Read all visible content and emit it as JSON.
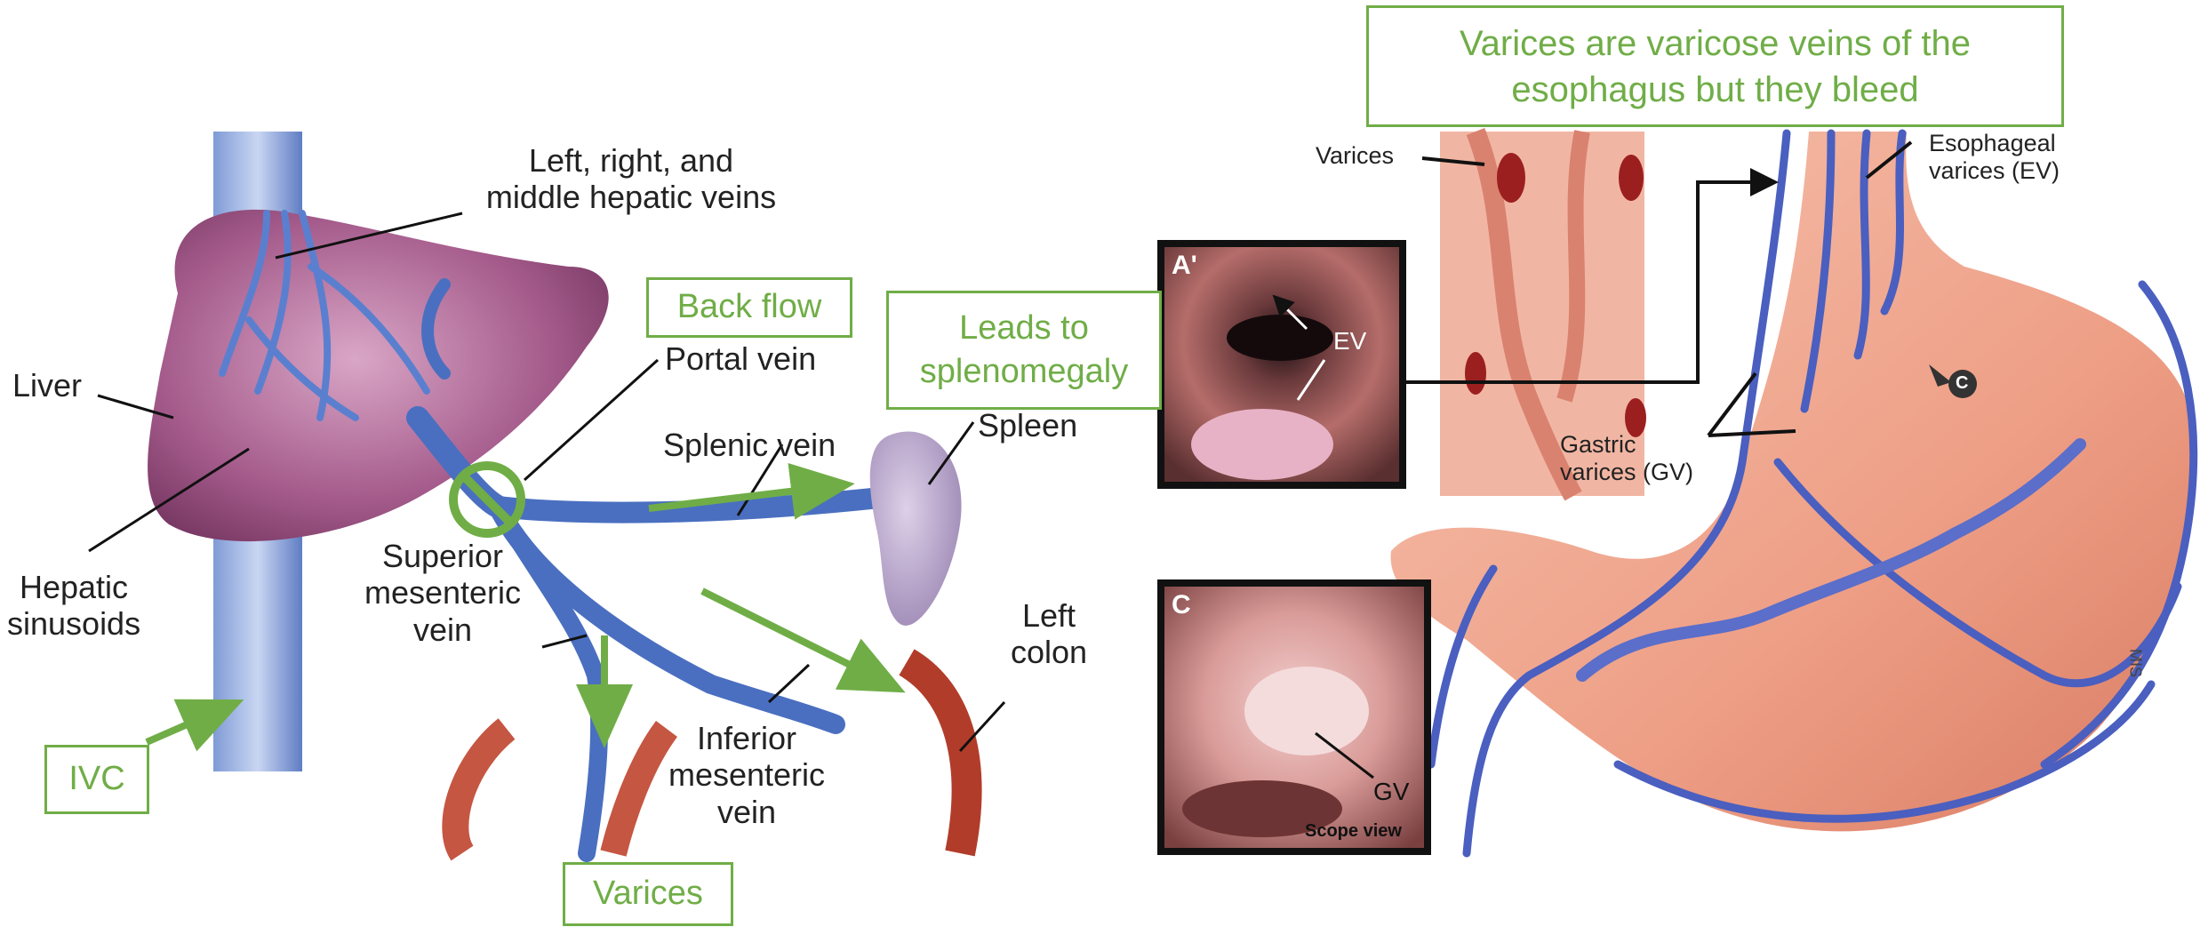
{
  "left_diagram": {
    "labels": {
      "hepatic_veins_line1": "Left, right, and",
      "hepatic_veins_line2": "middle hepatic veins",
      "liver": "Liver",
      "hepatic_sinusoids_line1": "Hepatic",
      "hepatic_sinusoids_line2": "sinusoids",
      "portal_vein": "Portal vein",
      "splenic_vein": "Splenic vein",
      "spleen": "Spleen",
      "superior_mesenteric_line1": "Superior",
      "superior_mesenteric_line2": "mesenteric",
      "superior_mesenteric_line3": "vein",
      "left_colon_line1": "Left",
      "left_colon_line2": "colon",
      "inferior_mesenteric_line1": "Inferior",
      "inferior_mesenteric_line2": "mesenteric",
      "inferior_mesenteric_line3": "vein"
    }
  },
  "annotations": {
    "back_flow": "Back flow",
    "splenomegaly_line1": "Leads to",
    "splenomegaly_line2": "splenomegaly",
    "ivc": "IVC",
    "varices_bottom": "Varices",
    "varices_title_line1": "Varices are varicose veins of the",
    "varices_title_line2": "esophagus but they bleed"
  },
  "right_diagram": {
    "labels": {
      "varices": "Varices",
      "esophageal_line1": "Esophageal",
      "esophageal_line2": "varices (EV)",
      "gastric_line1": "Gastric",
      "gastric_line2": "varices (GV)",
      "ev": "EV",
      "gv": "GV",
      "photo_a": "A'",
      "photo_c": "C",
      "scope_view": "Scope view",
      "circle_c": "C",
      "signature": "MIS"
    }
  },
  "colors": {
    "annotation_green": "#70ad47",
    "vein_blue": "#4a6fc0",
    "liver_purple": "#9a4d7f",
    "stomach_pink": "#f0ab94"
  }
}
